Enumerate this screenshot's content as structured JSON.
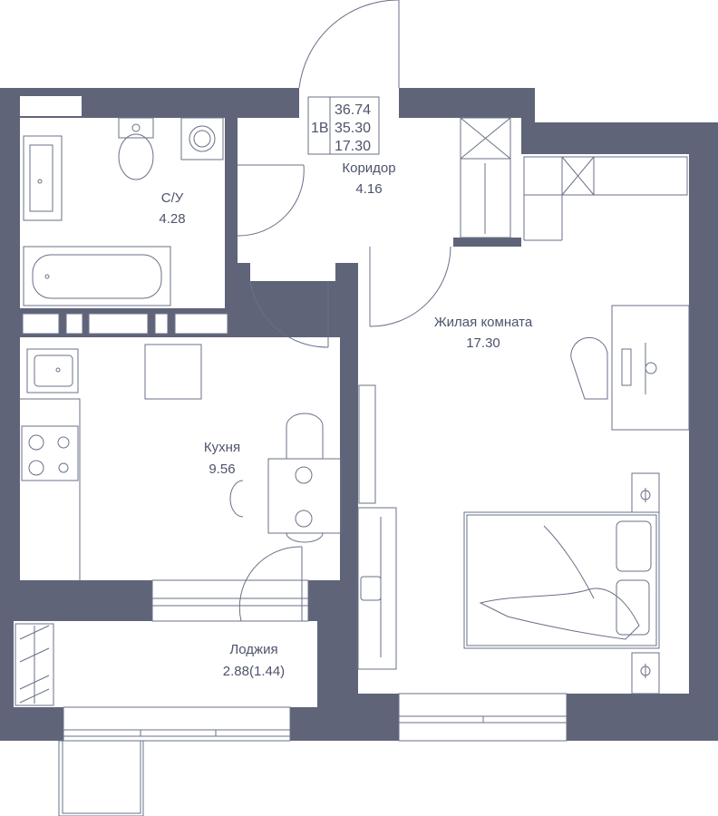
{
  "apartment": {
    "type": "1B",
    "total_area": "36.74",
    "living_total": "35.30",
    "living_area": "17.30"
  },
  "rooms": {
    "corridor": {
      "name": "Коридор",
      "area": "4.16"
    },
    "bathroom": {
      "name": "С/У",
      "area": "4.28"
    },
    "living": {
      "name": "Жилая комната",
      "area": "17.30"
    },
    "kitchen": {
      "name": "Кухня",
      "area": "9.56"
    },
    "loggia": {
      "name": "Лоджия",
      "area": "2.88(1.44)"
    }
  },
  "colors": {
    "wall": "#5f6479",
    "line": "#6a7088",
    "text": "#4d536b"
  }
}
